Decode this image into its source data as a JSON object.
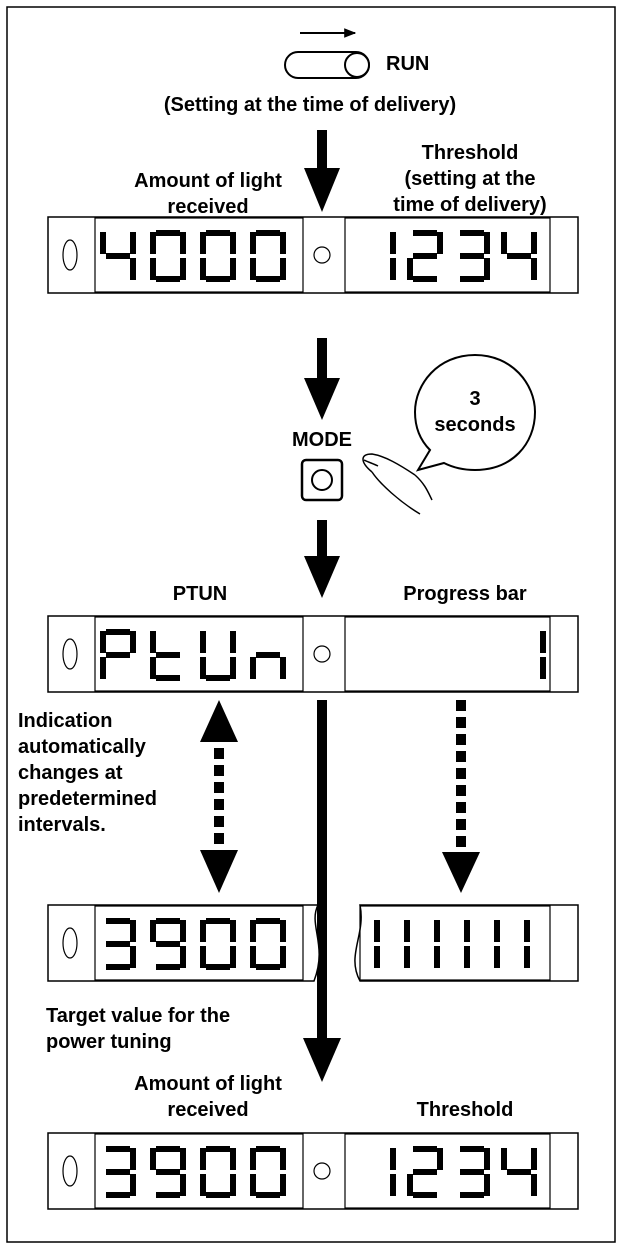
{
  "switch": {
    "label": "RUN",
    "note": "(Setting at the time of delivery)"
  },
  "stage1": {
    "left_label": "Amount of light\nreceived",
    "right_label": "Threshold\n(setting at the\ntime of delivery)",
    "left_value": "4000",
    "right_value": "1234"
  },
  "mode": {
    "label": "MODE",
    "bubble": "3\nseconds"
  },
  "stage2": {
    "left_label": "PTUN",
    "right_label": "Progress bar",
    "left_value": "PtUn",
    "right_value": "     1"
  },
  "note": {
    "indication": "Indication\nautomatically\nchanges at\npredetermined\nintervals.",
    "target": "Target value for the\npower tuning"
  },
  "stage3": {
    "left_value": "3900",
    "right_value": "111111"
  },
  "stage4": {
    "left_label": "Amount of light\nreceived",
    "right_label": "Threshold",
    "left_value": "3900",
    "right_value": "1234"
  }
}
